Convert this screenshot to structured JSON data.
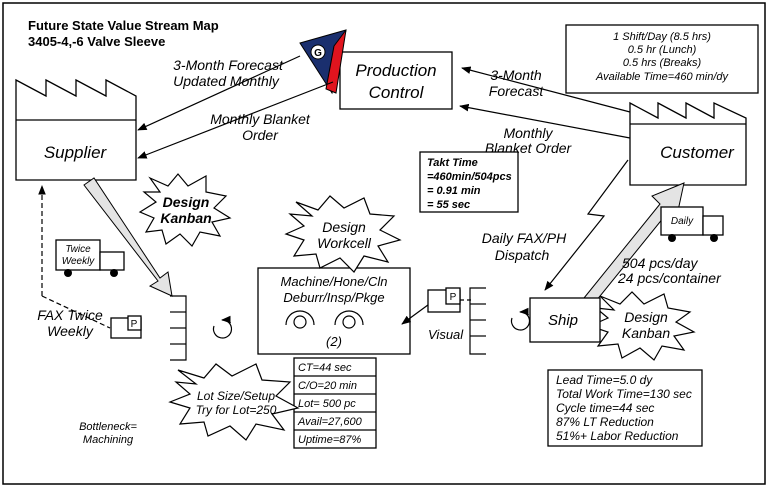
{
  "title": {
    "line1": "Future State Value Stream Map",
    "line2": "3405-4,-6 Valve Sleeve"
  },
  "production_control": {
    "line1": "Production",
    "line2": "Control"
  },
  "supplier": {
    "label": "Supplier"
  },
  "customer": {
    "label": "Customer",
    "databox": [
      "1 Shift/Day (8.5 hrs)",
      "0.5 hr (Lunch)",
      "0.5 hrs (Breaks)",
      "Available Time=460 min/dy"
    ]
  },
  "flows": {
    "forecast_to_supplier": [
      "3-Month Forecast",
      "Updated Monthly"
    ],
    "blanket_to_supplier": [
      "Monthly Blanket",
      "Order"
    ],
    "forecast_from_customer": [
      "3-Month",
      "Forecast"
    ],
    "blanket_from_customer": [
      "Monthly",
      "Blanket Order"
    ],
    "daily_fax": [
      "Daily FAX/PH",
      "Dispatch"
    ],
    "fax_twice": [
      "FAX Twice",
      "Weekly"
    ],
    "visual": "Visual",
    "shipment_qty": [
      "504 pcs/day",
      "24 pcs/container"
    ]
  },
  "takt": [
    "Takt Time",
    "=460min/504pcs",
    "= 0.91 min",
    "= 55 sec"
  ],
  "trucks": {
    "supplier_truck": [
      "Twice",
      "Weekly"
    ],
    "customer_truck": "Daily"
  },
  "kaizen": {
    "kanban_top": [
      "Design",
      "Kanban"
    ],
    "workcell": [
      "Design",
      "Workcell"
    ],
    "kanban_ship": [
      "Design",
      "Kanban"
    ],
    "lot_size": [
      "Lot Size/Setup",
      "Try for Lot=250"
    ]
  },
  "process": {
    "name_line1": "Machine/Hone/Cln",
    "name_line2": "Deburr/Insp/Pkge",
    "operators": "(2)",
    "data": [
      "CT=44 sec",
      "C/O=20 min",
      "Lot= 500 pc",
      "Avail=27,600",
      "Uptime=87%"
    ]
  },
  "ship": {
    "label": "Ship"
  },
  "bottleneck": [
    "Bottleneck=",
    "Machining"
  ],
  "summary": [
    "Lead Time=5.0 dy",
    "Total Work Time=130 sec",
    "Cycle time=44 sec",
    "87% LT Reduction",
    "51%+ Labor Reduction"
  ],
  "icons": {
    "supermarket": "supermarket-icon",
    "pull": "pull-arrow-icon",
    "kanban_post": "kanban-post-icon",
    "schedule": "schedule-icon",
    "truck": "truck-icon",
    "operator": "operator-icon",
    "kaizen": "kaizen-burst-icon",
    "factory": "factory-icon",
    "push": "push-arrow-icon",
    "electronic": "electronic-flow-icon"
  },
  "colors": {
    "schedule_blue": "#1a2f6e",
    "schedule_red": "#e0141e"
  }
}
